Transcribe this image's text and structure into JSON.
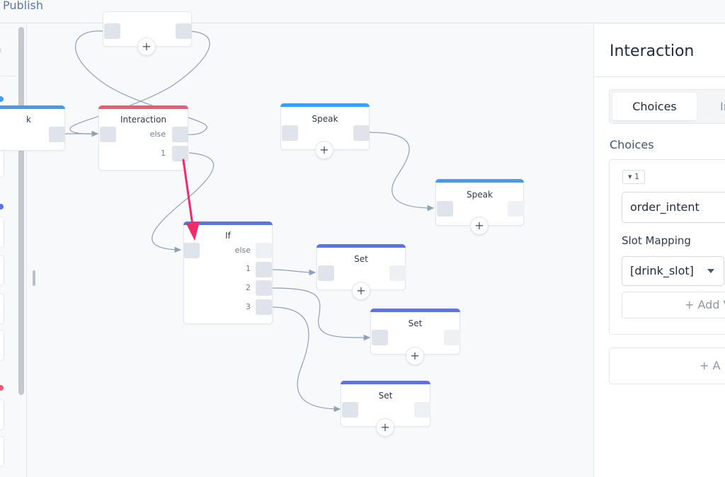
{
  "topbar": {
    "publish_label": "Publish"
  },
  "canvas": {
    "nodes": {
      "speak_partial_label": "k",
      "interaction": {
        "title": "Interaction",
        "else_label": "else",
        "choice_1_label": "1"
      },
      "speak_top": {
        "title": "Speak"
      },
      "speak_right": {
        "title": "Speak"
      },
      "if_block": {
        "title": "If",
        "else_label": "else",
        "out_1": "1",
        "out_2": "2",
        "out_3": "3"
      },
      "set_1": {
        "title": "Set"
      },
      "set_2": {
        "title": "Set"
      },
      "set_3": {
        "title": "Set"
      },
      "add_symbol": "+"
    },
    "colors": {
      "speak": "#3d9ef5",
      "interaction": "#ef5b74",
      "logic": "#5b72e8",
      "arrow": "#f12a6b",
      "link": "#8fa1b5"
    }
  },
  "panel": {
    "title": "Interaction",
    "tabs": [
      "Choices",
      "In"
    ],
    "section_label": "Choices",
    "choice": {
      "index_badge": "▾ 1",
      "intent_value": "order_intent",
      "slot_mapping_label": "Slot Mapping",
      "slot_value": "[drink_slot]",
      "add_variable_label": "+ Add V"
    },
    "add_choice_label": "+ A"
  }
}
